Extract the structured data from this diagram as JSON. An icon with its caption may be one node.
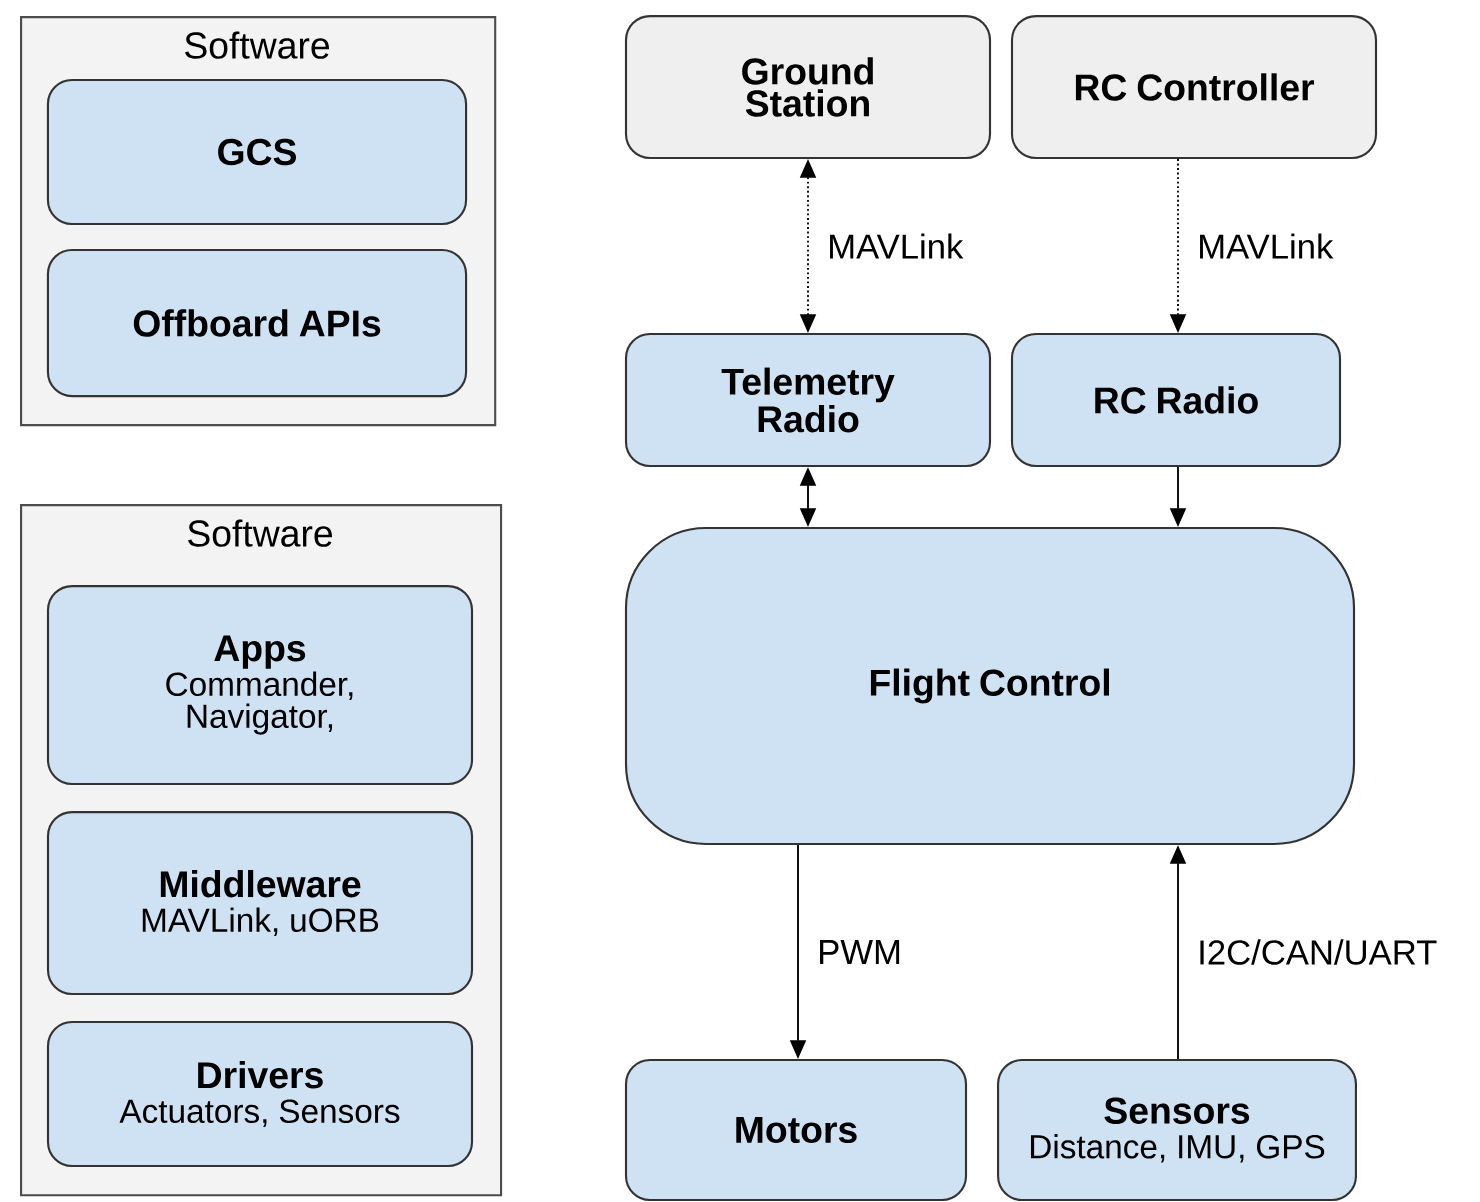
{
  "diagram": {
    "nodes": [
      {
        "text": [
          "Software"
        ]
      },
      {
        "text": [
          "GCS"
        ],
        "in": 0
      },
      {
        "text": [
          "Offboard APIs"
        ],
        "in": 0
      },
      {
        "text": [
          "Software"
        ]
      },
      {
        "text": [
          "Apps",
          "Commander, Navigator,"
        ],
        "in": 3
      },
      {
        "text": [
          "Middleware",
          "MAVLink, uORB"
        ],
        "in": 3
      },
      {
        "text": [
          "Drivers",
          "Actuators, Sensors"
        ],
        "in": 3
      },
      {
        "text": [
          "Ground Station"
        ]
      },
      {
        "text": [
          "RC Controller"
        ]
      },
      {
        "text": [
          "Telemetry Radio"
        ]
      },
      {
        "text": [
          "RC Radio"
        ]
      },
      {
        "text": [
          "Flight Control"
        ]
      },
      {
        "text": [
          "Motors"
        ]
      },
      {
        "text": [
          "Sensors",
          "Distance, IMU, GPS"
        ]
      }
    ],
    "edges": [
      {
        "from": 7,
        "to": 9,
        "arrow": "both",
        "style": "dashed",
        "label": "MAVLink"
      },
      {
        "from": 8,
        "to": 10,
        "arrow": "to",
        "style": "dashed",
        "label": "MAVLink"
      },
      {
        "from": 9,
        "to": 11,
        "arrow": "both"
      },
      {
        "from": 10,
        "to": 11,
        "arrow": "to"
      },
      {
        "from": 11,
        "to": 12,
        "arrow": "to",
        "label": "PWM"
      },
      {
        "from": 13,
        "to": 11,
        "arrow": "to",
        "label": "I2C/CAN/UART"
      }
    ]
  }
}
